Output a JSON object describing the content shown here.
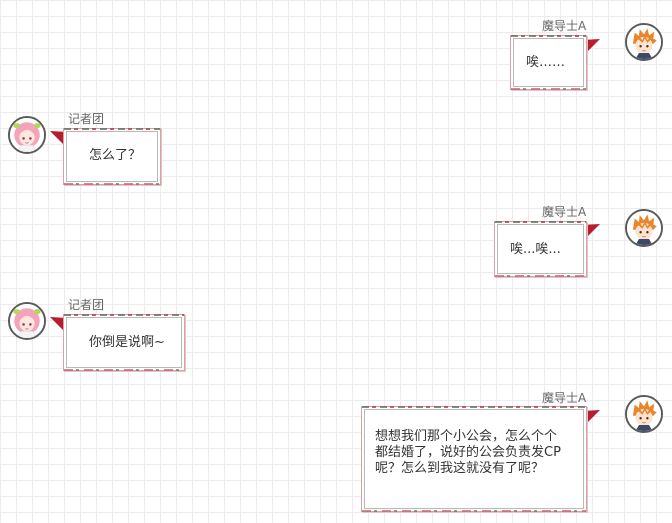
{
  "colors": {
    "tail_red": "#b81c2e",
    "bubble_border_pink": "#d9a1a6",
    "avatar_border": "#5a5a5a"
  },
  "messages": [
    {
      "sender": "魔导士A",
      "text": "唉……",
      "side": "right",
      "avatar_icon": "orange-hair-boy-icon"
    },
    {
      "sender": "记者团",
      "text": "怎么了？",
      "side": "left",
      "avatar_icon": "pink-hair-girl-icon"
    },
    {
      "sender": "魔导士A",
      "text": "唉...唉...",
      "side": "right",
      "avatar_icon": "orange-hair-boy-icon"
    },
    {
      "sender": "记者团",
      "text": "你倒是说啊~",
      "side": "left",
      "avatar_icon": "pink-hair-girl-icon"
    },
    {
      "sender": "魔导士A",
      "text": "想想我们那个小公会，怎么个个都结婚了，说好的公会负责发CP呢？怎么到我这就没有了呢？",
      "side": "right",
      "avatar_icon": "orange-hair-boy-icon"
    }
  ]
}
